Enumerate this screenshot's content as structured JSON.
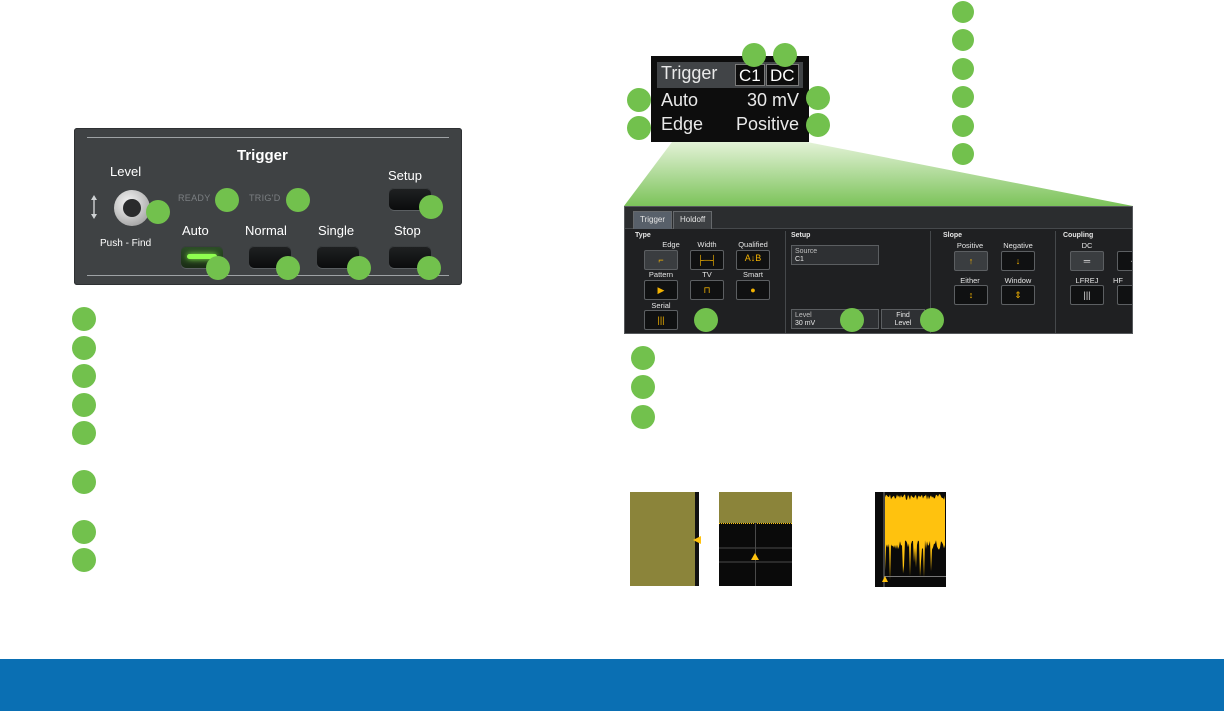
{
  "front_panel": {
    "title": "Trigger",
    "level_label": "Level",
    "push_find_label": "Push - Find",
    "ready_label": "READY",
    "trigd_label": "TRIG'D",
    "setup_label": "Setup",
    "auto_label": "Auto",
    "normal_label": "Normal",
    "single_label": "Single",
    "stop_label": "Stop"
  },
  "descriptor": {
    "title": "Trigger",
    "source": "C1",
    "coupling": "DC",
    "mode": "Auto",
    "level": "30 mV",
    "type": "Edge",
    "slope": "Positive"
  },
  "dialog": {
    "tabs": [
      "Trigger",
      "Holdoff"
    ],
    "type_title": "Type",
    "setup_title": "Setup",
    "slope_title": "Slope",
    "coupling_title": "Coupling",
    "types": [
      "Edge",
      "Width",
      "Qualified",
      "Pattern",
      "TV",
      "Smart",
      "Serial"
    ],
    "source_label": "Source",
    "source_value": "C1",
    "level_label": "Level",
    "level_value": "30 mV",
    "find_level_line1": "Find",
    "find_level_line2": "Level",
    "slopes": [
      "Positive",
      "Negative",
      "Either",
      "Window"
    ],
    "couplings": [
      "DC",
      "LFREJ",
      "HF"
    ]
  },
  "colors": {
    "accent_green": "#72c14d",
    "waveform_yellow": "#ffc20e",
    "footer_blue": "#0a6fb3",
    "trace_olive": "#8b843a"
  }
}
